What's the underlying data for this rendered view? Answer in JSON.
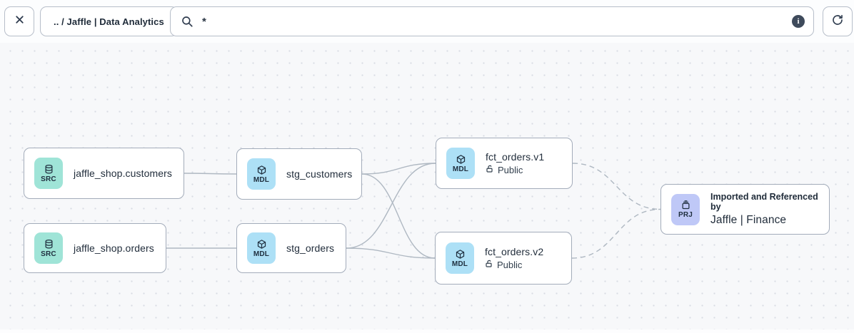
{
  "toolbar": {
    "close_button": {
      "icon": "x-icon"
    },
    "breadcrumb": {
      "label": ".. / Jaffle | Data Analytics"
    },
    "search": {
      "icon": "search-icon",
      "value": "*",
      "info_icon": "info-icon"
    },
    "refresh_button": {
      "icon": "refresh-icon"
    }
  },
  "canvas": {
    "nodes": [
      {
        "id": "src-customers",
        "kind": "SRC",
        "icon": "database-icon",
        "title": "jaffle_shop.customers"
      },
      {
        "id": "src-orders",
        "kind": "SRC",
        "icon": "database-icon",
        "title": "jaffle_shop.orders"
      },
      {
        "id": "stg-customers",
        "kind": "MDL",
        "icon": "cube-icon",
        "title": "stg_customers"
      },
      {
        "id": "stg-orders",
        "kind": "MDL",
        "icon": "cube-icon",
        "title": "stg_orders"
      },
      {
        "id": "fct-orders-v1",
        "kind": "MDL",
        "icon": "cube-icon",
        "title": "fct_orders.v1",
        "access": {
          "icon": "unlock-icon",
          "label": "Public"
        }
      },
      {
        "id": "fct-orders-v2",
        "kind": "MDL",
        "icon": "cube-icon",
        "title": "fct_orders.v2",
        "access": {
          "icon": "unlock-icon",
          "label": "Public"
        }
      },
      {
        "id": "prj-finance",
        "kind": "PRJ",
        "icon": "archive-icon",
        "pre_title": "Imported and Referenced by",
        "title": "Jaffle | Finance"
      }
    ],
    "edges": [
      {
        "from": "src-customers",
        "to": "stg-customers",
        "style": "solid"
      },
      {
        "from": "src-orders",
        "to": "stg-orders",
        "style": "solid"
      },
      {
        "from": "stg-customers",
        "to": "fct-orders-v1",
        "style": "solid"
      },
      {
        "from": "stg-customers",
        "to": "fct-orders-v2",
        "style": "solid"
      },
      {
        "from": "stg-orders",
        "to": "fct-orders-v1",
        "style": "solid"
      },
      {
        "from": "stg-orders",
        "to": "fct-orders-v2",
        "style": "solid"
      },
      {
        "from": "fct-orders-v1",
        "to": "prj-finance",
        "style": "dashed"
      },
      {
        "from": "fct-orders-v2",
        "to": "prj-finance",
        "style": "dashed"
      }
    ],
    "colors": {
      "src_badge_bg": "#9FE4D7",
      "mdl_badge_bg": "#ADE0F6",
      "prj_badge_bg": "#BFC8F7",
      "edge": "#AFB8C2",
      "node_border": "#A3ACBA",
      "text": "#222E3C"
    }
  }
}
